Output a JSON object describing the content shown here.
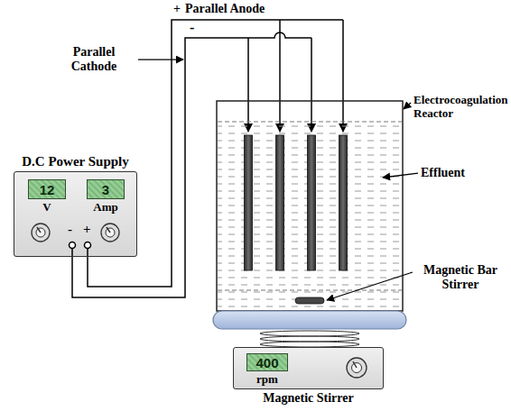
{
  "diagram": {
    "nodes": [
      {
        "text": [
          "D.C Power Supply"
        ]
      },
      {
        "text": [
          "12",
          "V"
        ],
        "in": 0
      },
      {
        "text": [
          "3",
          "Amp"
        ],
        "in": 0
      },
      {
        "text": [
          "Magnetic Stirrer"
        ]
      },
      {
        "text": [
          "400",
          "rpm"
        ],
        "in": 3
      }
    ],
    "labels": [
      "+",
      "Parallel Anode",
      "-",
      "Parallel Cathode",
      "Electrocoagulation Reactor",
      "Effluent",
      "Magnetic Bar Stirrer",
      "-",
      "+"
    ]
  }
}
